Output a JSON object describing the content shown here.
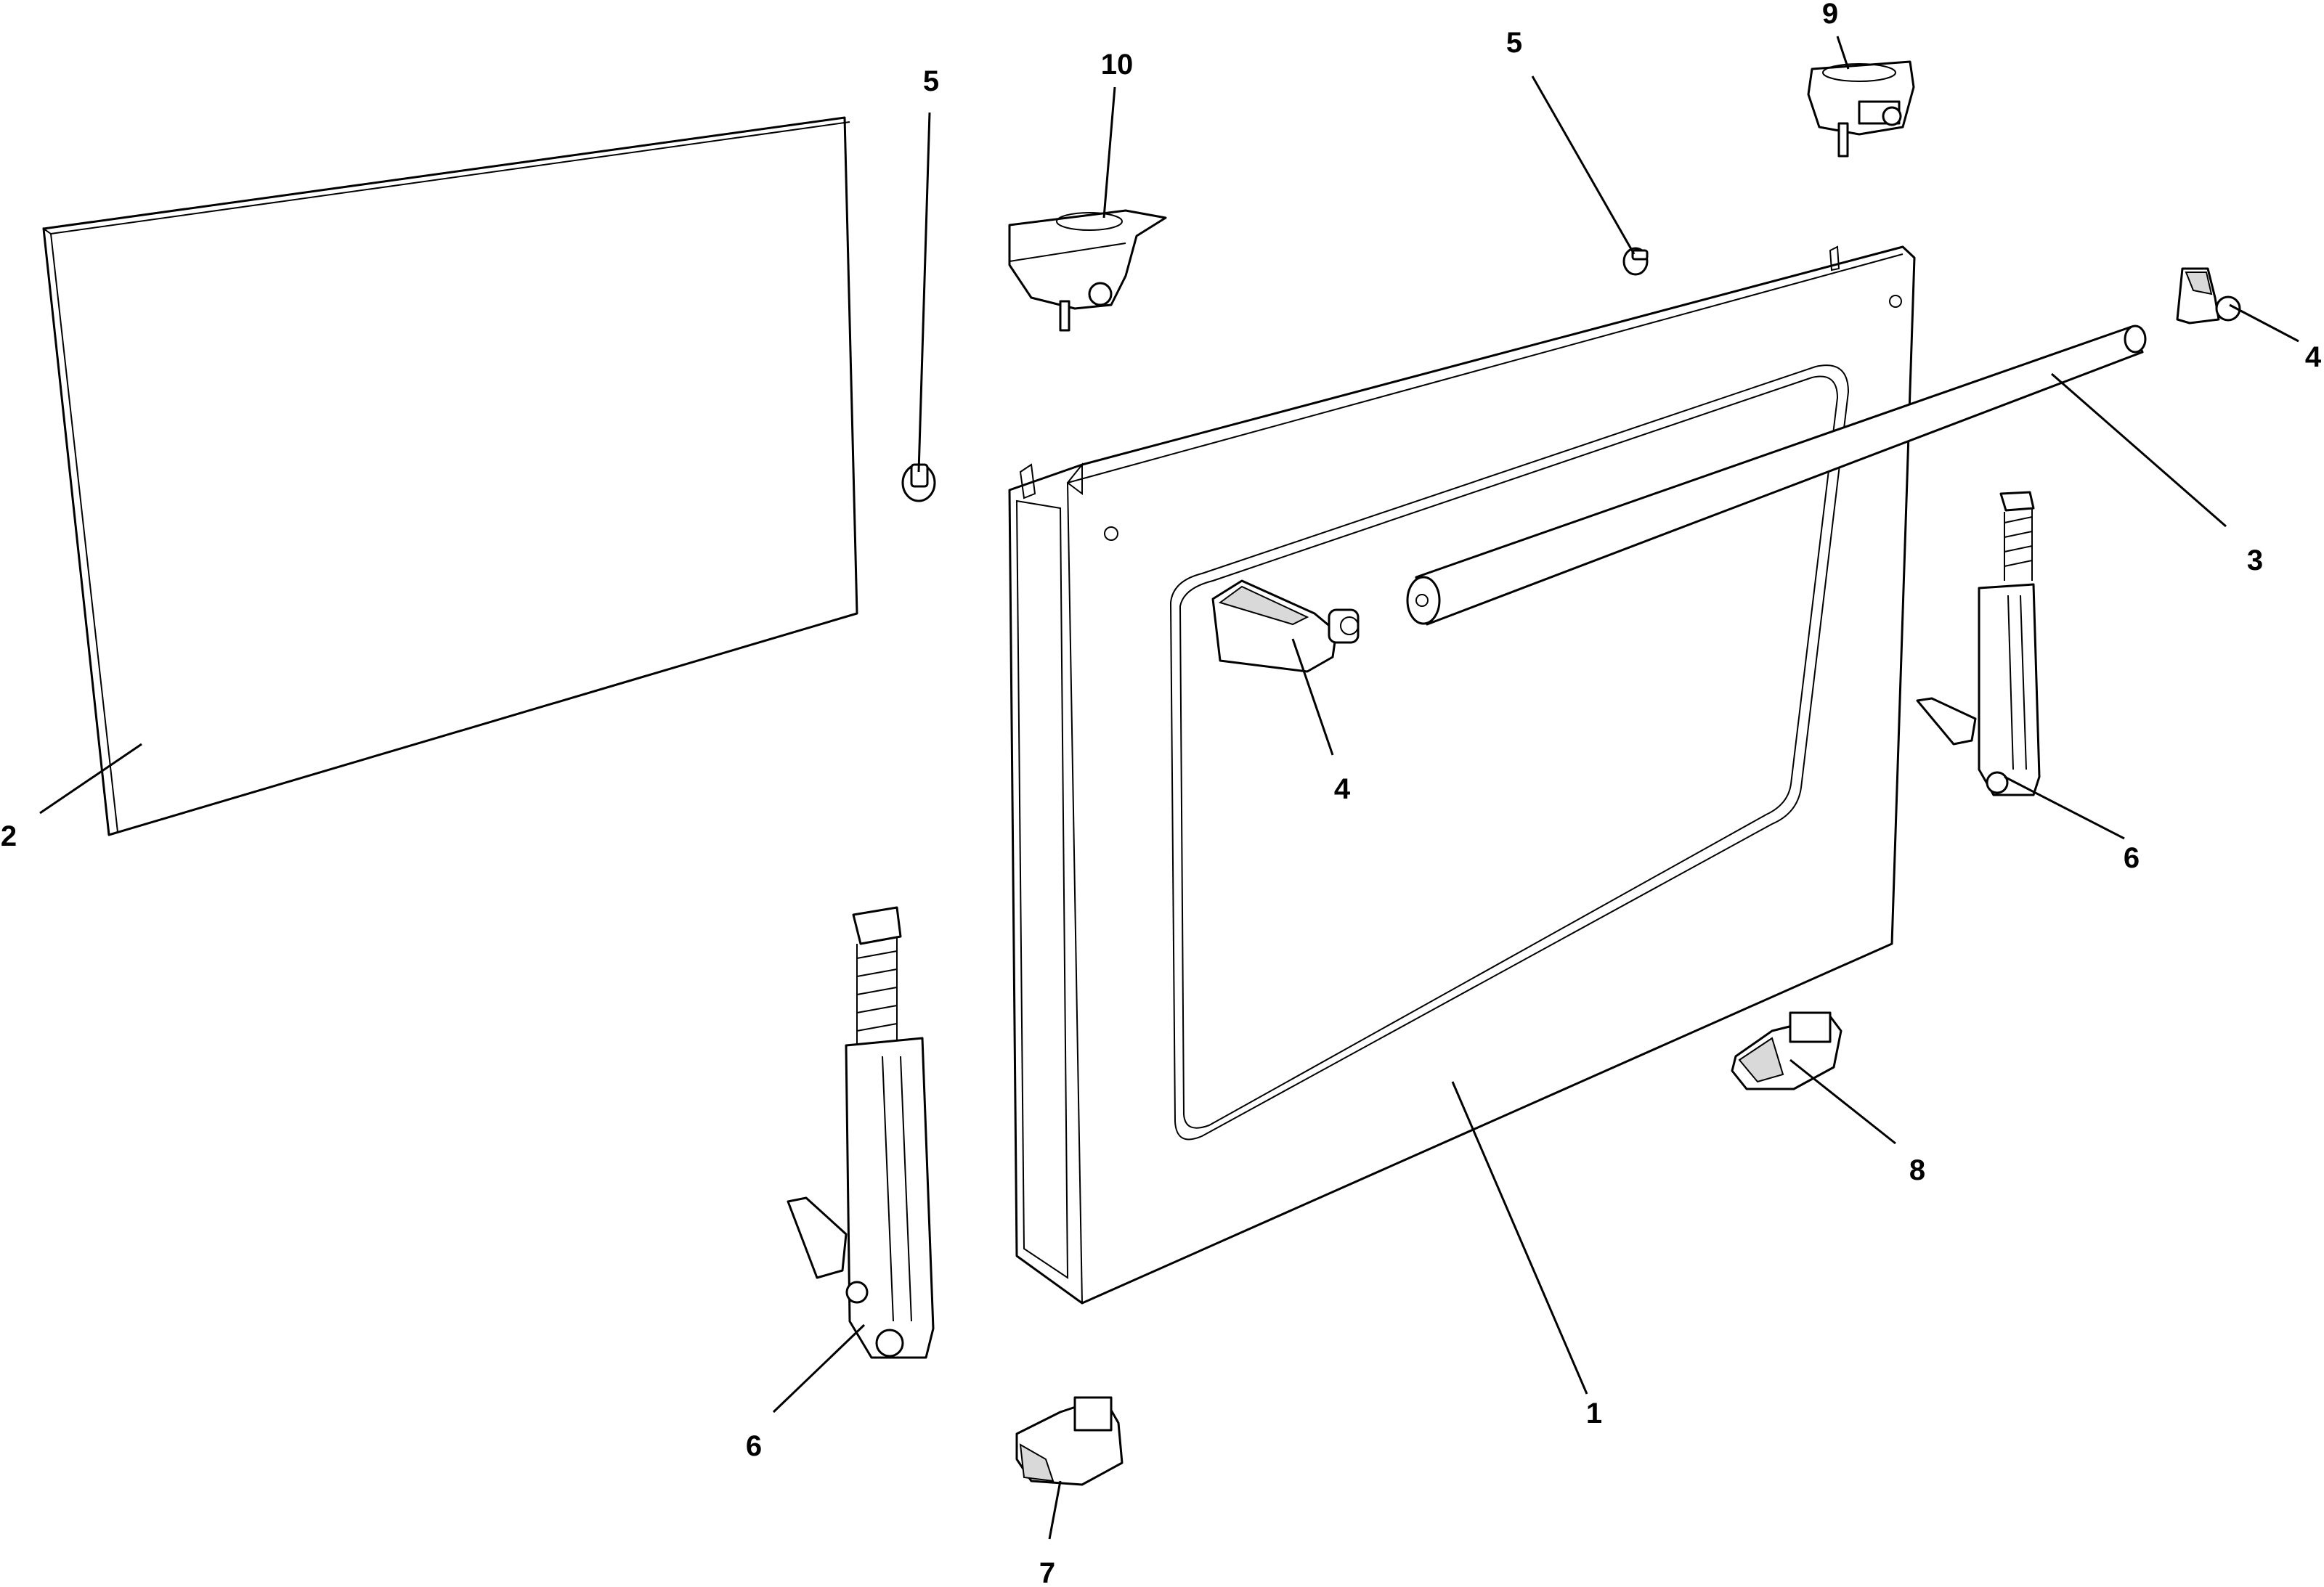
{
  "diagram": {
    "type": "exploded parts diagram",
    "labels": {
      "door_frame": "1",
      "inner_glass": "2",
      "handle_bar": "3",
      "handle_end_left": "4",
      "handle_end_right": "4",
      "screw_left": "5",
      "screw_right": "5",
      "hinge_left": "6",
      "hinge_right": "6",
      "hinge_receiver_left": "7",
      "hinge_receiver_right": "8",
      "top_bracket_right": "9",
      "top_bracket_left": "10"
    }
  }
}
